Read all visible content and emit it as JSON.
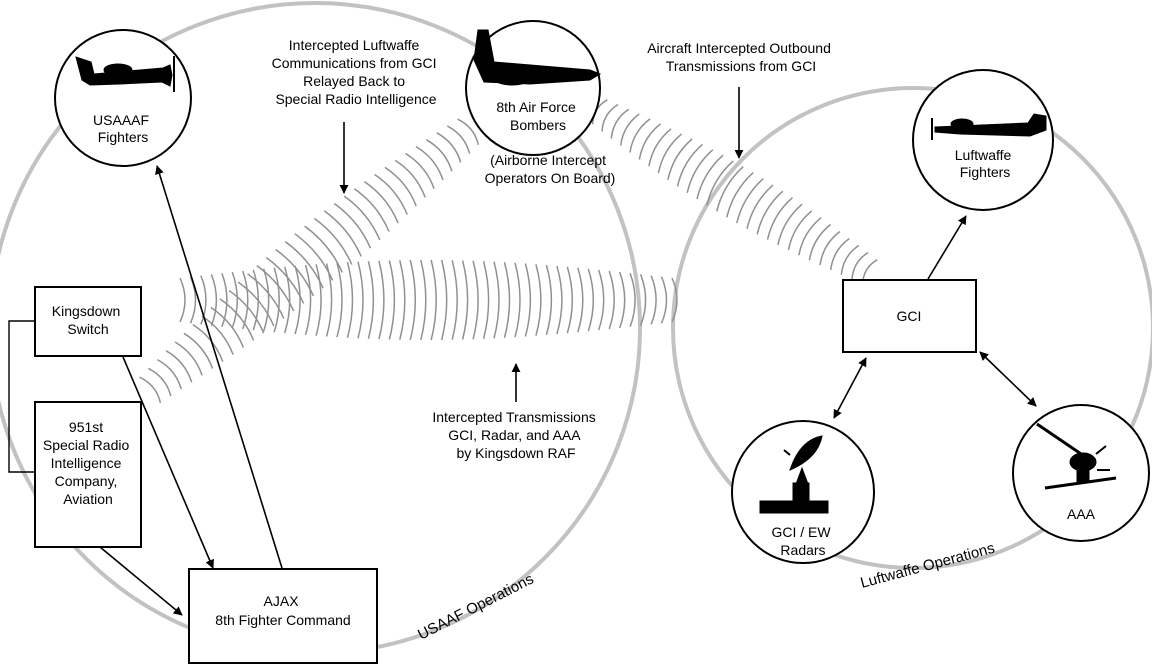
{
  "sections": {
    "usaaf": "USAAF Operations",
    "luftwaffe": "Luftwaffe Operations"
  },
  "nodes": {
    "usaaaf_fighters": [
      "USAAAF",
      "Fighters"
    ],
    "bombers": [
      "8th Air Force",
      "Bombers"
    ],
    "bombers_note": [
      "(Airborne Intercept",
      "Operators On Board)"
    ],
    "luftwaffe_fighters": [
      "Luftwaffe",
      "Fighters"
    ],
    "gci": [
      "GCI"
    ],
    "gci_radars": [
      "GCI / EW",
      "Radars"
    ],
    "aaa": [
      "AAA"
    ],
    "kingsdown_switch": [
      "Kingsdown",
      "Switch"
    ],
    "company_951": [
      "951st",
      "Special Radio",
      "Intelligence",
      "Company,",
      "Aviation"
    ],
    "ajax": [
      "AJAX",
      "8th Fighter Command"
    ]
  },
  "annotations": {
    "intercepted_luftwaffe": [
      "Intercepted Luftwaffe",
      "Communications from GCI",
      "Relayed Back to",
      "Special Radio Intelligence"
    ],
    "aircraft_intercepted": [
      "Aircraft Intercepted Outbound",
      "Transmissions from GCI"
    ],
    "intercepted_transmissions": [
      "Intercepted Transmissions",
      "GCI, Radar, and AAA",
      "by Kingsdown RAF"
    ]
  },
  "icons": [
    "fighter-plane-icon",
    "bomber-plane-icon",
    "radar-dish-icon",
    "anti-aircraft-gun-icon"
  ],
  "colors": {
    "circle_outline": "#c2c2c2",
    "wave": "#909090",
    "ink": "#000000"
  }
}
